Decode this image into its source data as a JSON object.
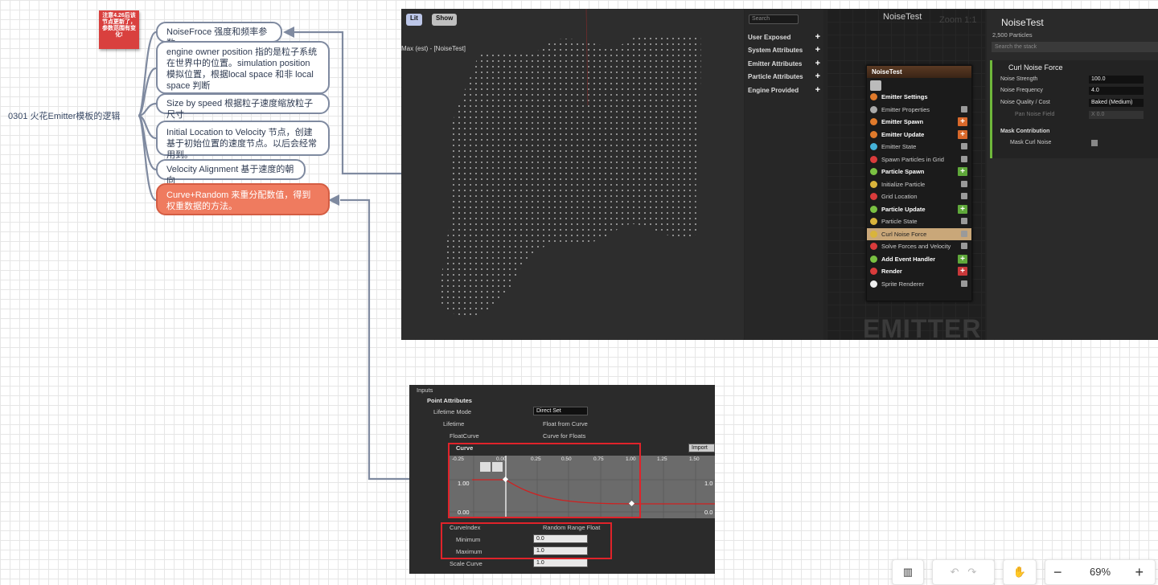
{
  "mindmap": {
    "root": "0301 火花Emitter模板的逻辑",
    "sticky_note": "注意4.26后该节点更新了，参数范围有变化!",
    "nodes": [
      "NoiseFroce 强度和频率参数",
      "engine owner position 指的是粒子系统在世界中的位置。simulation position 模拟位置，根据local space 和非 local space 判断",
      "Size by speed 根据粒子速度缩放粒子尺寸",
      "Initial Location to Velocity 节点，创建基于初始位置的速度节点。以后会经常用到。",
      "Velocity Alignment 基于速度的朝向",
      "Curve+Random 来重分配数值，得到权重数据的方法。"
    ]
  },
  "ue_top": {
    "viewport": {
      "lit": "Lit",
      "show": "Show",
      "title": "Max (est) - [NoiseTest]"
    },
    "params": {
      "search": "Search",
      "rows": [
        "User Exposed",
        "System Attributes",
        "Emitter Attributes",
        "Particle Attributes",
        "Engine Provided"
      ]
    },
    "graph": {
      "title": "NoiseTest",
      "zoom": "Zoom 1:1",
      "watermark": "EMITTER",
      "stack_title": "NoiseTest",
      "stack_rows": [
        {
          "label": "Emitter Settings",
          "kind": "hdr",
          "color": "#e07a2b"
        },
        {
          "label": "Emitter Properties",
          "kind": "item",
          "color": "#aaaaaa"
        },
        {
          "label": "Emitter Spawn",
          "kind": "hdr-add",
          "color": "#e07a2b"
        },
        {
          "label": "Emitter Update",
          "kind": "hdr-add",
          "color": "#e07a2b"
        },
        {
          "label": "Emitter State",
          "kind": "item",
          "color": "#45b2d8"
        },
        {
          "label": "Spawn Particles in Grid",
          "kind": "item",
          "color": "#d93b3b"
        },
        {
          "label": "Particle Spawn",
          "kind": "hdr-add-g",
          "color": "#7ac142"
        },
        {
          "label": "Initialize Particle",
          "kind": "item",
          "color": "#d9b43b"
        },
        {
          "label": "Grid Location",
          "kind": "item",
          "color": "#d93b3b"
        },
        {
          "label": "Particle Update",
          "kind": "hdr-add-g",
          "color": "#7ac142"
        },
        {
          "label": "Particle State",
          "kind": "item",
          "color": "#d9b43b"
        },
        {
          "label": "Curl Noise Force",
          "kind": "sel",
          "color": "#d9b43b"
        },
        {
          "label": "Solve Forces and Velocity",
          "kind": "item",
          "color": "#d93b3b"
        },
        {
          "label": "Add Event Handler",
          "kind": "hdr-add-g",
          "color": "#7ac142"
        },
        {
          "label": "Render",
          "kind": "hdr-add-r",
          "color": "#d93b3b"
        },
        {
          "label": "Sprite Renderer",
          "kind": "item",
          "color": "#eeeeee"
        }
      ]
    },
    "details": {
      "title": "NoiseTest",
      "subtitle": "2,500 Particles",
      "search": "Search the stack",
      "section": "Curl Noise Force",
      "rows": [
        {
          "label": "Noise Strength",
          "value": "100.0"
        },
        {
          "label": "Noise Frequency",
          "value": "4.0"
        },
        {
          "label": "Noise Quality / Cost",
          "value": "Baked (Medium)"
        },
        {
          "label": "Pan Noise Field",
          "value": "X 0.0"
        }
      ],
      "mask_section": "Mask Contribution",
      "mask_row": "Mask Curl Noise"
    }
  },
  "ue_bottom": {
    "inputs": "Inputs",
    "point_attributes": "Point Attributes",
    "lifetime_mode": "Lifetime Mode",
    "lifetime_mode_value": "Direct Set",
    "lifetime": "Lifetime",
    "lifetime_value": "Float from Curve",
    "floatcurve": "FloatCurve",
    "floatcurve_value": "Curve for Floats",
    "curve": "Curve",
    "import": "Import",
    "ticks": [
      "-0.25",
      "0.00",
      "0.25",
      "0.50",
      "0.75",
      "1.00",
      "1.25",
      "1.50"
    ],
    "y_top": "1.00",
    "y_bottom": "0.00",
    "y_right": "1.0",
    "y_right_bottom": "0.0",
    "curveindex": "CurveIndex",
    "curveindex_value": "Random Range Float",
    "minimum": "Minimum",
    "minimum_value": "0.0",
    "maximum": "Maximum",
    "maximum_value": "1.0",
    "scale_curve": "Scale Curve",
    "scale_curve_value": "1.0"
  },
  "toolbar": {
    "zoom": "69%",
    "minus": "−",
    "plus": "+"
  }
}
